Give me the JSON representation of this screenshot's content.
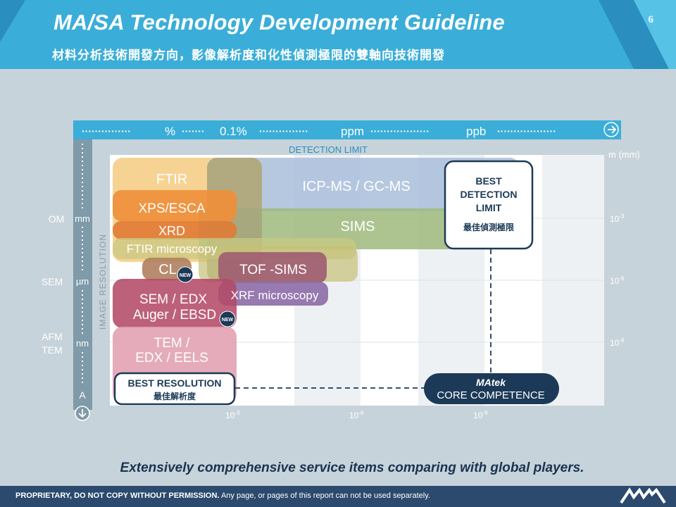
{
  "header": {
    "title": "MA/SA Technology Development Guideline",
    "subtitle": "材料分析技術開發方向，影像解析度和化性偵測極限的雙軸向技術開發",
    "page_number": "6"
  },
  "axis_top": {
    "dots1": "···············",
    "label_pct": "%",
    "dots2": "·······",
    "label_01": "0.1%",
    "dots3": "···············",
    "label_ppm": "ppm",
    "dots4": "··················",
    "label_ppb": "ppb",
    "dots5": "··················",
    "title": "DETECTION LIMIT"
  },
  "axis_left": {
    "title": "IMAGE RESOLUTION",
    "mm": "mm",
    "um": "µm",
    "nm": "nm",
    "a": "A",
    "om": "OM",
    "sem": "SEM",
    "afm": "AFM",
    "tem": "TEM"
  },
  "axis_right": {
    "title": "m (mm)",
    "tick1": "10",
    "tick1_exp": "-3",
    "tick2": "10",
    "tick2_exp": "-6",
    "tick3": "10",
    "tick3_exp": "-9"
  },
  "axis_bottom": {
    "tick1": "10",
    "tick1_exp": "-3",
    "tick2": "10",
    "tick2_exp": "-6",
    "tick3": "10",
    "tick3_exp": "-9"
  },
  "techniques": {
    "ftir": "FTIR",
    "icpms": "ICP-MS / GC-MS",
    "xps": "XPS/ESCA",
    "xrd": "XRD",
    "sims": "SIMS",
    "ftir_micro": "FTIR microscopy",
    "cl": "CL",
    "tofsims": "TOF -SIMS",
    "xrf": "XRF microscopy",
    "sem_edx": "SEM / EDX",
    "auger": "Auger / EBSD",
    "tem": "TEM /",
    "edx_eels": "EDX / EELS"
  },
  "badges": {
    "new": "NEW"
  },
  "callouts": {
    "best_detection_1": "BEST",
    "best_detection_2": "DETECTION",
    "best_detection_3": "LIMIT",
    "best_detection_zh": "最佳偵測極限",
    "best_resolution": "BEST RESOLUTION",
    "best_resolution_zh": "最佳解析度",
    "brand": "MAtek",
    "core_competence": "CORE COMPETENCE"
  },
  "tagline": "Extensively comprehensive service items comparing with global players.",
  "footer": {
    "bold": "PROPRIETARY, DO NOT COPY WITHOUT PERMISSION.",
    "rest": " Any page, or pages of this report can not be used separately."
  },
  "colors": {
    "header": "#3aaed8",
    "background": "#c7d3da",
    "footer": "#2b4a6d",
    "callout_border": "#1c3a57"
  }
}
